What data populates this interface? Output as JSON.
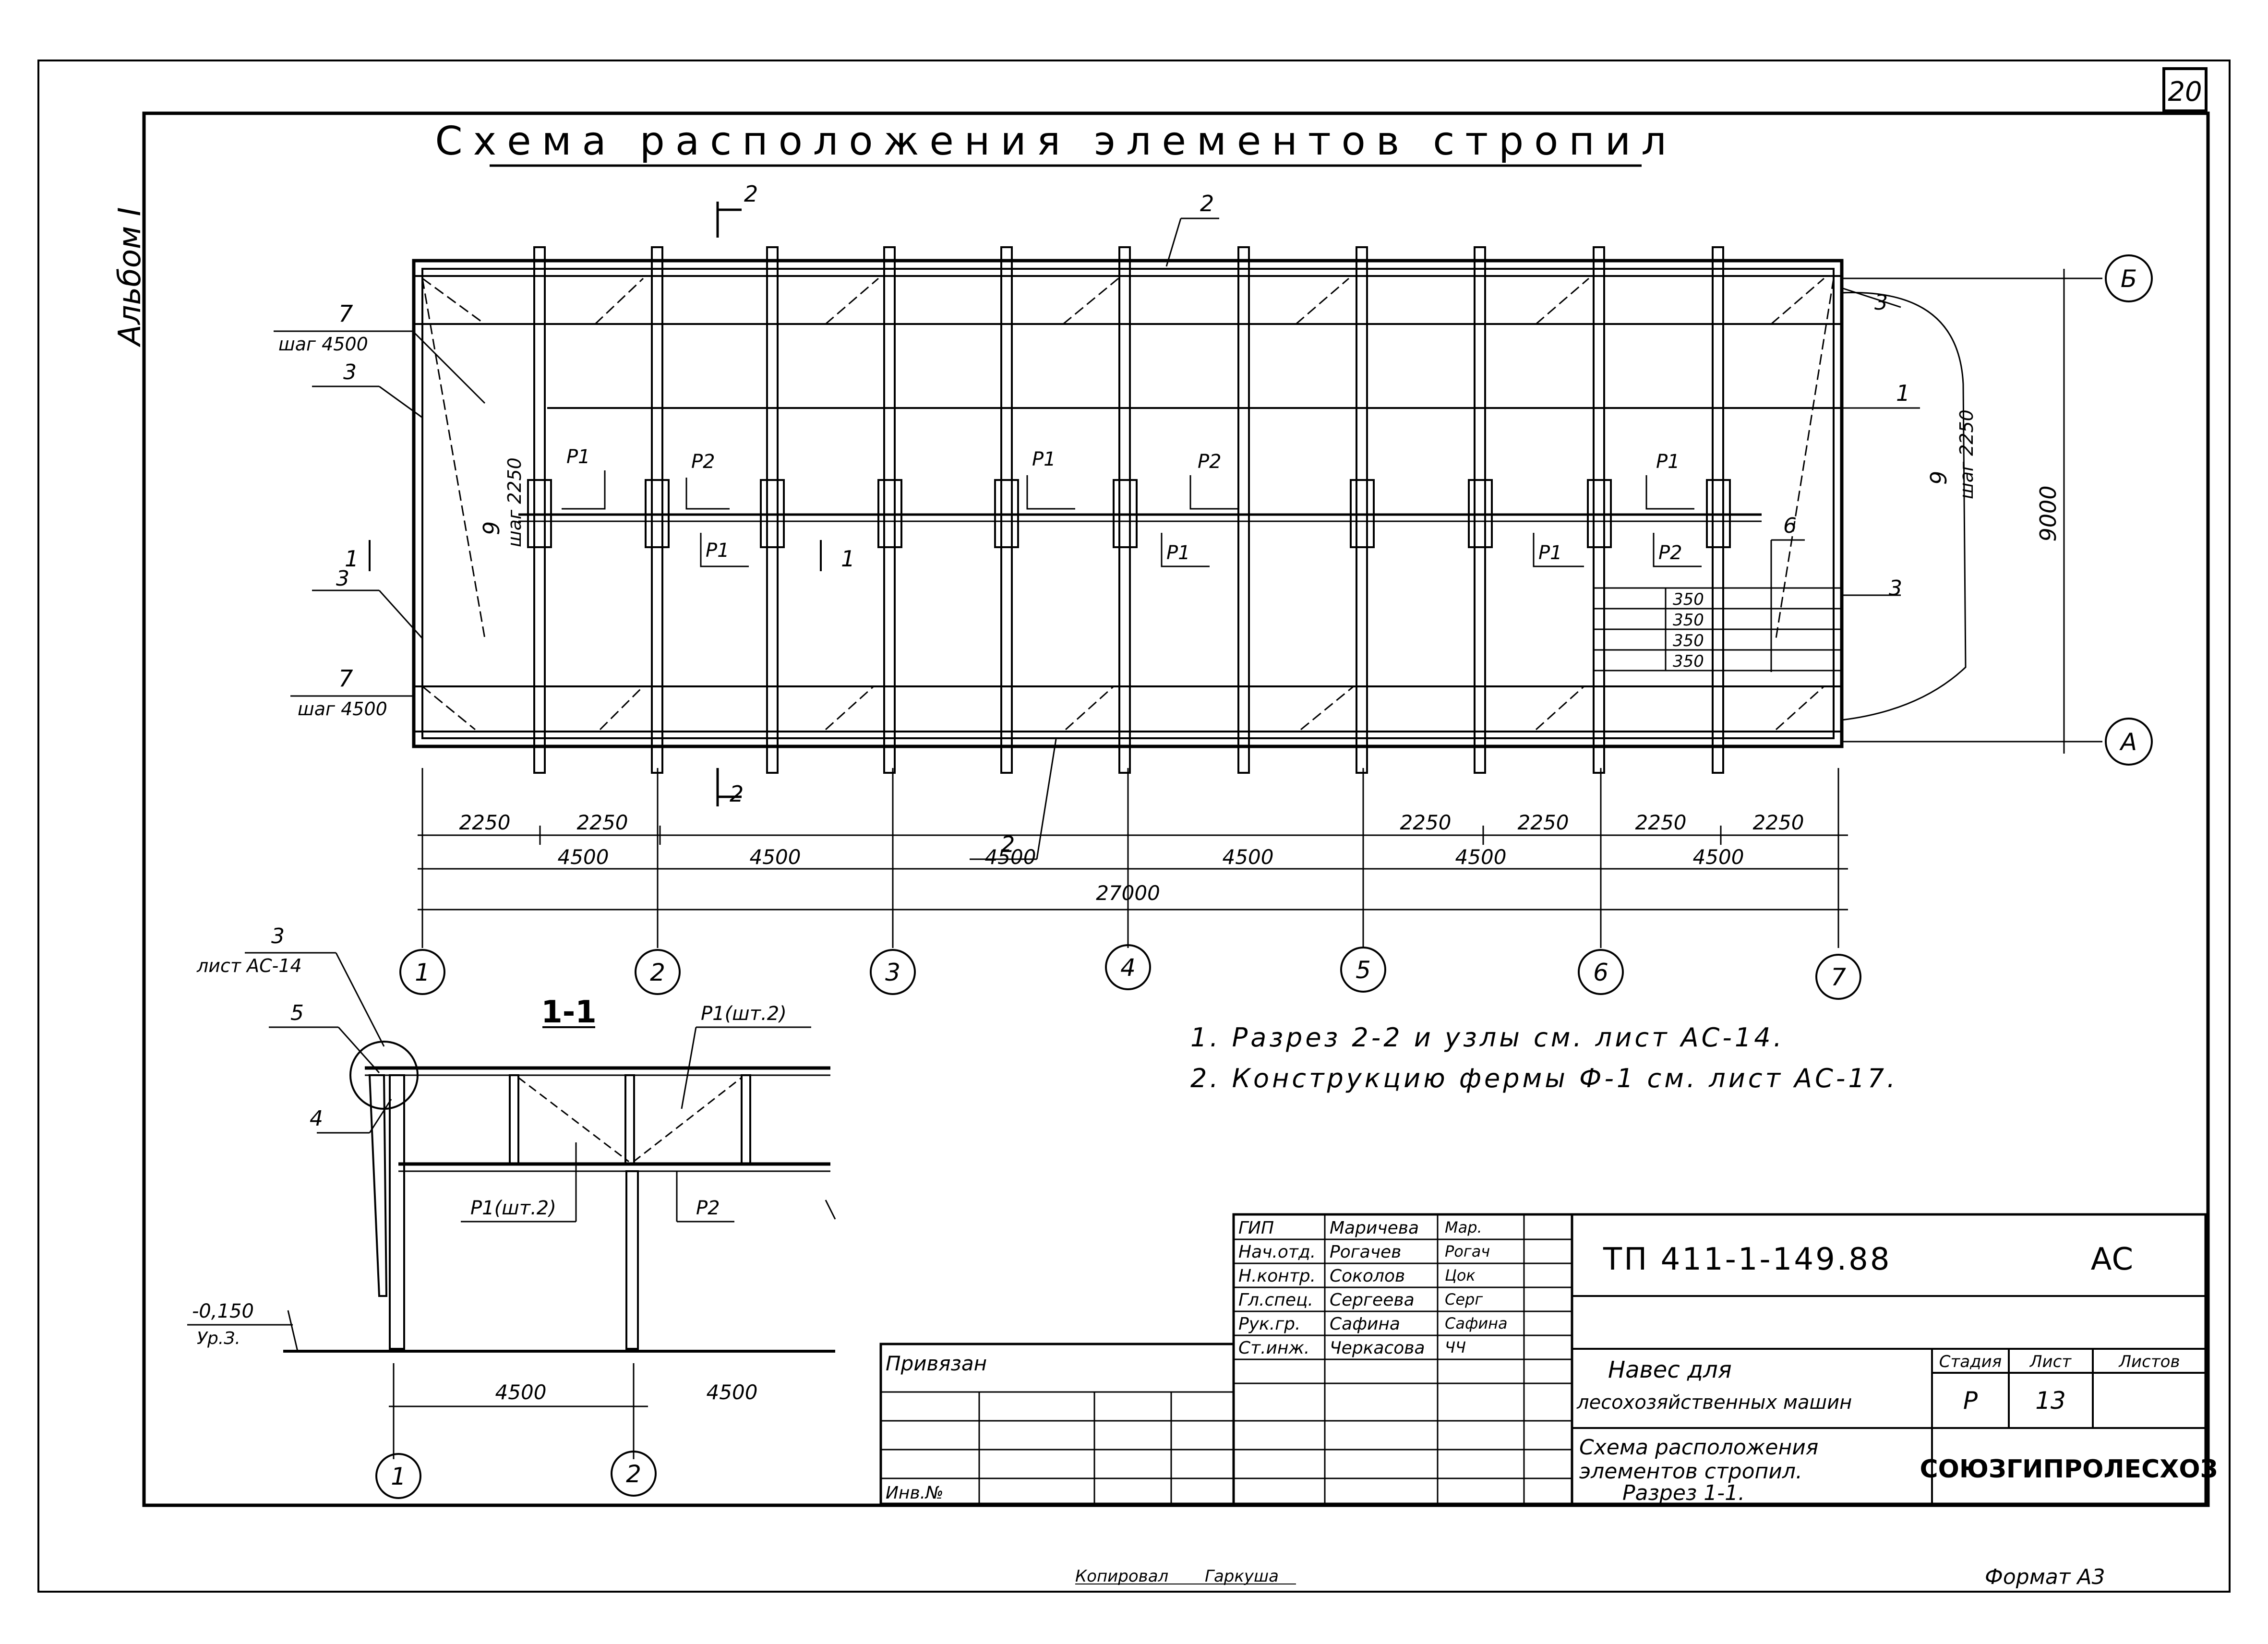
{
  "sheet": {
    "page_number": "20",
    "album": "Альбом I",
    "title": "Схема расположения элементов стропил",
    "copied_by": "Копировал",
    "copier_signature": "Гаркуша",
    "format": "Формат А3"
  },
  "plan": {
    "section_mark_2": "2",
    "section_mark_1": "1",
    "axis_numbers": [
      "1",
      "2",
      "3",
      "4",
      "5",
      "6",
      "7"
    ],
    "axis_letters": [
      "Б",
      "А"
    ],
    "dims_small": [
      "2250",
      "2250",
      "2250",
      "2250",
      "2250",
      "2250"
    ],
    "dims_bays": [
      "4500",
      "4500",
      "4500",
      "4500",
      "4500",
      "4500"
    ],
    "dim_total": "27000",
    "dim_span": "9000",
    "stair_dims": [
      "350",
      "350",
      "350",
      "350"
    ],
    "labels": {
      "purlin_top": "7",
      "purlin_bottom": "7",
      "purlin_step": "шаг 4500",
      "brace_9": "9",
      "brace_step": "шаг 2250",
      "brace_3": "3",
      "item_1": "1",
      "item_2": "2",
      "item_6": "6",
      "p1": "Р1",
      "p2": "Р2"
    }
  },
  "section": {
    "title": "1-1",
    "callout_3": "3",
    "callout_sheet": "лист АС-14",
    "callout_5": "5",
    "callout_4": "4",
    "p1_top": "Р1(шт.2)",
    "p1_bottom": "Р1(шт.2)",
    "p2": "Р2",
    "level": "-0,150",
    "level_note": "Ур.З.",
    "dims": [
      "4500",
      "4500"
    ],
    "axes": [
      "1",
      "2"
    ]
  },
  "notes": [
    "1. Разрез 2-2 и узлы см. лист АС-14.",
    "2. Конструкцию фермы Ф-1 см. лист АС-17."
  ],
  "title_block": {
    "signatures": [
      {
        "role": "ГИП",
        "name": "Маричева",
        "sign": "Мар."
      },
      {
        "role": "Нач.отд.",
        "name": "Рогачев",
        "sign": "Рогач"
      },
      {
        "role": "Н.контр.",
        "name": "Соколов",
        "sign": "Цок"
      },
      {
        "role": "Гл.спец.",
        "name": "Сергеева",
        "sign": "Серг"
      },
      {
        "role": "Рук.гр.",
        "name": "Сафина",
        "sign": "Сафина"
      },
      {
        "role": "Ст.инж.",
        "name": "Черкасова",
        "sign": "ЧЧ"
      }
    ],
    "doc_code": "ТП 411-1-149.88",
    "mark": "АС",
    "object": [
      "Навес для",
      "лесохозяйственных машин"
    ],
    "sheet_title": [
      "Схема расположения",
      "элементов стропил.",
      "Разрез 1-1."
    ],
    "stage_label": "Стадия",
    "sheet_label": "Лист",
    "sheets_label": "Листов",
    "stage": "Р",
    "sheet_no": "13",
    "organization": "СОЮЗГИПРОЛЕСХОЗ",
    "linked_label": "Привязан",
    "inv_label": "Инв.№"
  }
}
